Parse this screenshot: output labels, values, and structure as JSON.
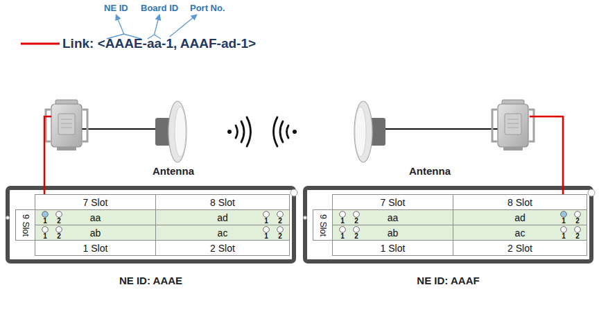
{
  "diagram": {
    "nodes": [
      {
        "text": [
          "NE ID: AAAE"
        ]
      },
      {
        "text": [
          "7 Slot"
        ],
        "in": 0
      },
      {
        "text": [
          "8 Slot"
        ],
        "in": 0
      },
      {
        "text": [
          "9 Slot"
        ],
        "in": 0
      },
      {
        "text": [
          "aa",
          "1",
          "2"
        ],
        "in": 0
      },
      {
        "text": [
          "ad",
          "1",
          "2"
        ],
        "in": 0
      },
      {
        "text": [
          "ab",
          "1",
          "2"
        ],
        "in": 0
      },
      {
        "text": [
          "ac",
          "1",
          "2"
        ],
        "in": 0
      },
      {
        "text": [
          "1 Slot"
        ],
        "in": 0
      },
      {
        "text": [
          "2 Slot"
        ],
        "in": 0
      },
      {
        "text": [
          "NE ID: AAAF"
        ]
      },
      {
        "text": [
          "7 Slot"
        ],
        "in": 10
      },
      {
        "text": [
          "8 Slot"
        ],
        "in": 10
      },
      {
        "text": [
          "9 Slot"
        ],
        "in": 10
      },
      {
        "text": [
          "aa",
          "1",
          "2"
        ],
        "in": 10
      },
      {
        "text": [
          "ad",
          "1",
          "2"
        ],
        "in": 10
      },
      {
        "text": [
          "ab",
          "1",
          "2"
        ],
        "in": 10
      },
      {
        "text": [
          "ac",
          "1",
          "2"
        ],
        "in": 10
      },
      {
        "text": [
          "1 Slot"
        ],
        "in": 10
      },
      {
        "text": [
          "2 Slot"
        ],
        "in": 10
      }
    ],
    "labels": [
      "NE ID",
      "Board ID",
      "Port No.",
      "Antenna",
      "Antenna"
    ],
    "legend": [
      {
        "text": "Link: <AAAE-aa-1, AAAF-ad-1>"
      }
    ]
  }
}
